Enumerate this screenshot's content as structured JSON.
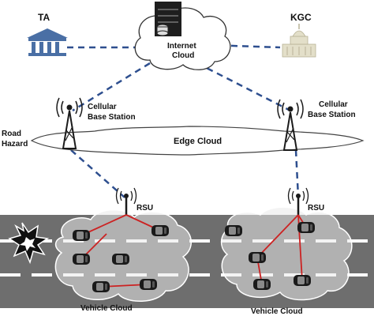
{
  "labels": {
    "ta": "TA",
    "kgc": "KGC",
    "internet_cloud_line1": "Internet",
    "internet_cloud_line2": "Cloud",
    "cellular_left_line1": "Cellular",
    "cellular_left_line2": "Base Station",
    "cellular_right_line1": "Cellular",
    "cellular_right_line2": "Base Station",
    "road_hazard_line1": "Road",
    "road_hazard_line2": "Hazard",
    "edge_cloud": "Edge Cloud",
    "rsu_left": "RSU",
    "rsu_right": "RSU",
    "vehicle_cloud_left": "Vehicle Cloud",
    "vehicle_cloud_right": "Vehicle Cloud"
  },
  "colors": {
    "dashed_link": "#2e4f8f",
    "v2v_link": "#cc2222",
    "road": "#6e6e6e",
    "lane_marking": "#ffffff",
    "ta_icon": "#4a6fa5",
    "kgc_icon": "#e3dfc9",
    "hazard": "#111111",
    "vehicle": "#1a1a1a"
  },
  "icons": [
    "bank-icon",
    "capitol-icon",
    "server-icon",
    "cell-tower-icon",
    "rsu-antenna-icon",
    "explosion-icon",
    "car-icon"
  ]
}
